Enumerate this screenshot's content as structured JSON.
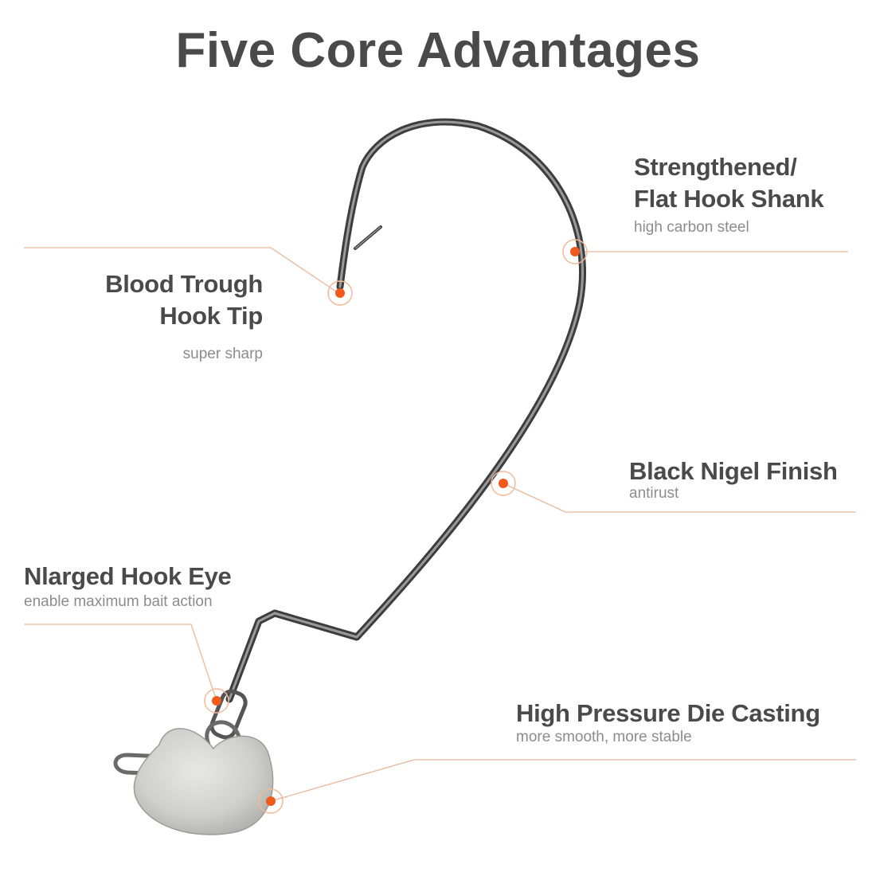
{
  "title": "Five Core Advantages",
  "accent_color": "#f05a1a",
  "features": {
    "blood_trough": {
      "line1": "Blood Trough",
      "line2": "Hook Tip",
      "desc": "super sharp"
    },
    "shank": {
      "line1": "Strengthened/",
      "line2": "Flat Hook Shank",
      "desc": "high carbon steel"
    },
    "finish": {
      "name": "Black Nigel Finish",
      "desc": "antirust"
    },
    "eye": {
      "name": "Nlarged Hook Eye",
      "desc": "enable maximum bait action"
    },
    "casting": {
      "name": "High Pressure Die Casting",
      "desc": "more smooth, more stable"
    }
  }
}
